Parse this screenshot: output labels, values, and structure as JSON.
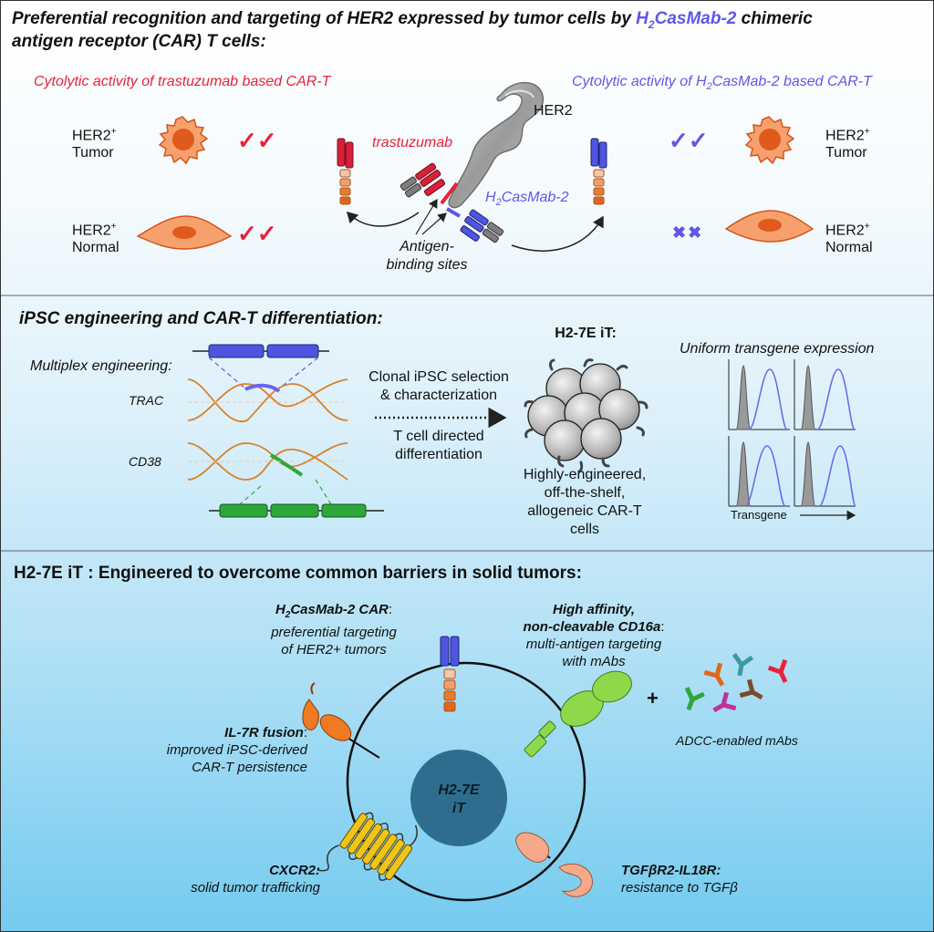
{
  "section1": {
    "title_line1_prefix": "Preferential recognition and targeting of HER2 expressed by tumor cells by ",
    "title_highlight": "H",
    "title_highlight_sub": "2",
    "title_highlight_rest": "CasMab-2",
    "title_line1_suffix": " chimeric",
    "title_line2": "antigen receptor (CAR) T cells:",
    "left_heading": "Cytolytic activity of trastuzumab based CAR-T",
    "right_heading_prefix": "Cytolytic activity of H",
    "right_heading_sub": "2",
    "right_heading_suffix": "CasMab-2 based CAR-T",
    "tumor_label_top": "HER2",
    "tumor_label_sup": "+",
    "tumor_label_bottom": "Tumor",
    "normal_label_top": "HER2",
    "normal_label_sup": "+",
    "normal_label_bottom": "Normal",
    "left_tumor_mark": "✓✓",
    "left_normal_mark": "✓✓",
    "right_tumor_mark": "✓✓",
    "right_normal_mark": "✖✖",
    "her2_label": "HER2",
    "trastuzumab_label": "trastuzumab",
    "casmab_prefix": "H",
    "casmab_sub": "2",
    "casmab_suffix": "CasMab-2",
    "antigen_label_1": "Antigen-",
    "antigen_label_2": "binding sites"
  },
  "section2": {
    "title": "iPSC engineering and CAR-T differentiation:",
    "multiplex_label": "Multiplex engineering:",
    "trac_label": "TRAC",
    "cd38_label": "CD38",
    "step1_line1": "Clonal iPSC selection",
    "step1_line2": "& characterization",
    "step2_line1": "T cell directed",
    "step2_line2": "differentiation",
    "product_title": "H2-7E iT:",
    "product_desc_1": "Highly-engineered,",
    "product_desc_2": "off-the-shelf,",
    "product_desc_3": "allogeneic CAR-T",
    "product_desc_4": "cells",
    "uniform_label": "Uniform transgene expression",
    "transgene_label": "Transgene"
  },
  "section3": {
    "title": "H2-7E iT : Engineered to overcome common barriers in solid tumors:",
    "car_title_prefix": "H",
    "car_title_sub": "2",
    "car_title_suffix": "CasMab-2 CAR",
    "car_title_colon": ":",
    "car_desc_1": "preferential targeting",
    "car_desc_2": "of HER2+ tumors",
    "cd16_title_1": "High affinity,",
    "cd16_title_2": "non-cleavable CD16a",
    "cd16_title_colon": ":",
    "cd16_desc_1": "multi-antigen targeting",
    "cd16_desc_2": "with mAbs",
    "plus": "+",
    "adcc_label": "ADCC-enabled mAbs",
    "il7_title": "IL-7R fusion",
    "il7_title_colon": ":",
    "il7_desc_1": "improved iPSC-derived",
    "il7_desc_2": "CAR-T persistence",
    "nucleus_1": "H2-7E",
    "nucleus_2": "iT",
    "cxcr2_title": "CXCR2:",
    "cxcr2_desc": "solid tumor trafficking",
    "tgf_title": "TGFβR2-IL18R:",
    "tgf_desc": "resistance to TGFβ"
  },
  "colors": {
    "red": "#e8223a",
    "blue": "#5f57e6",
    "orange": "#f07a22",
    "green": "#2fa63a",
    "gold": "#f2c417",
    "nucleus": "#2f6d8f"
  }
}
